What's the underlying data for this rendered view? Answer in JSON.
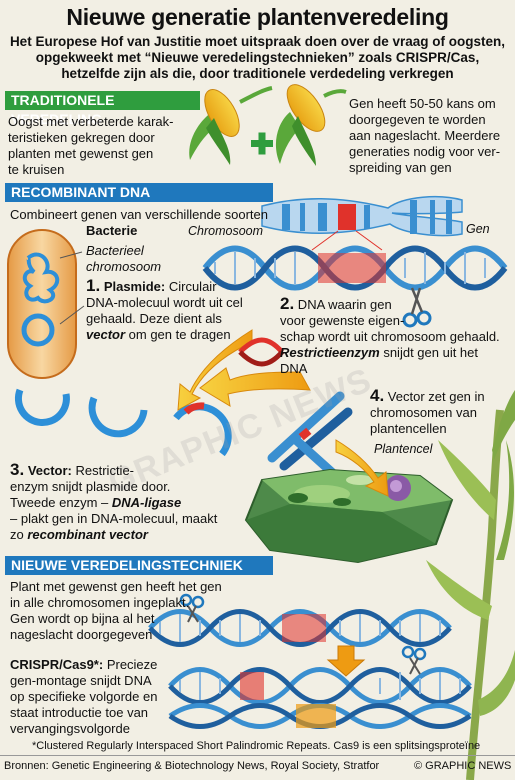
{
  "header": {
    "title": "Nieuwe generatie plantenveredeling",
    "subtitle_1": "Het Europese Hof van Justitie moet uitspraak doen over de vraag of oogsten,",
    "subtitle_2": "opgekweekt met “Nieuwe veredelingstechnieken” zoals CRISPR/Cas,",
    "subtitle_3": "hetzelfde zijn als die, door traditionele verdedeling verkregen"
  },
  "traditional": {
    "heading": "TRADITIONELE VEREDELING",
    "left_lines": [
      "Oogst met verbeterde karak-",
      "teristieken gekregen door",
      "planten met gewenst gen",
      "te kruisen"
    ],
    "right_lines": [
      "Gen heeft 50-50 kans om",
      "doorgegeven te worden",
      "aan nageslacht. Meerdere",
      "generaties nodig voor ver-",
      "spreiding van gen"
    ],
    "plus_sign": "+"
  },
  "recombinant": {
    "heading": "RECOMBINANT DNA",
    "intro": "Combineert genen van verschillende soorten",
    "chromosome_label": "Chromosoom",
    "gene_label": "Gen",
    "bacteria_label": "Bacterie",
    "bacterial_chromosome_1": "Bacterieel",
    "bacterial_chromosome_2": "chromosoom",
    "step1_num": "1.",
    "step1_bold": "Plasmide:",
    "step1_line1_rest": " Circulair",
    "step1_line2": "DNA-molecuul wordt uit cel",
    "step1_line3": "gehaald. Deze dient als",
    "step1_vector": "vector",
    "step1_line4_rest": " om gen te dragen",
    "step2_num": "2.",
    "step2_line1_rest": " DNA waarin gen",
    "step2_line2": "voor gewenste eigen-",
    "step2_line3": "schap wordt uit chromosoom gehaald.",
    "step2_bold": "Restrictieenzym",
    "step2_line4_rest": " snijdt gen uit het",
    "step2_line5": "DNA",
    "step3_num": "3.",
    "step3_bold": "Vector:",
    "step3_line1_rest": " Restrictie-",
    "step3_line2": "enzym snijdt plasmide door.",
    "step3_line3_pre": "Tweede enzym – ",
    "step3_ligase": "DNA-ligase",
    "step3_line4": "– plakt gen in DNA-molecuul, maakt",
    "step3_line5_pre": "zo ",
    "step3_recvector": "recombinant vector",
    "step4_num": "4.",
    "step4_line1_rest": " Vector zet gen in",
    "step4_line2": "chromosomen van",
    "step4_line3": "plantencellen",
    "plant_cell_label": "Plantencel"
  },
  "new_technique": {
    "heading": "NIEUWE VEREDELINGSTECHNIEK",
    "lines": [
      "Plant met gewenst gen heeft het gen",
      "in alle chromosomen ingeplakt.",
      "Gen wordt op bijna al het",
      "nageslacht doorgegeven"
    ],
    "crispr_bold": "CRISPR/Cas9*:",
    "crispr_line1_rest": " Precieze",
    "crispr_lines": [
      "gen-montage snijdt DNA",
      "op specifieke volgorde en",
      "staat introductie toe van",
      "vervangingsvolgorde"
    ]
  },
  "footer": {
    "footnote": "*Clustered Regularly Interspaced Short Palindromic Repeats. Cas9 is een splitsingsproteïne",
    "sources": "Bronnen: Genetic Engineering & Biotechnology News, Royal Society, Stratfor",
    "credit": "© GRAPHIC NEWS",
    "watermark": "GRAPHIC NEWS"
  },
  "colors": {
    "green_band": "#2f9d3e",
    "blue_band": "#1f78bd",
    "dna_blue": "#3a8fd0",
    "gene_red": "#e0322b",
    "arrow_yellow": "#f3b514",
    "cell_green": "#4e8a4a"
  }
}
